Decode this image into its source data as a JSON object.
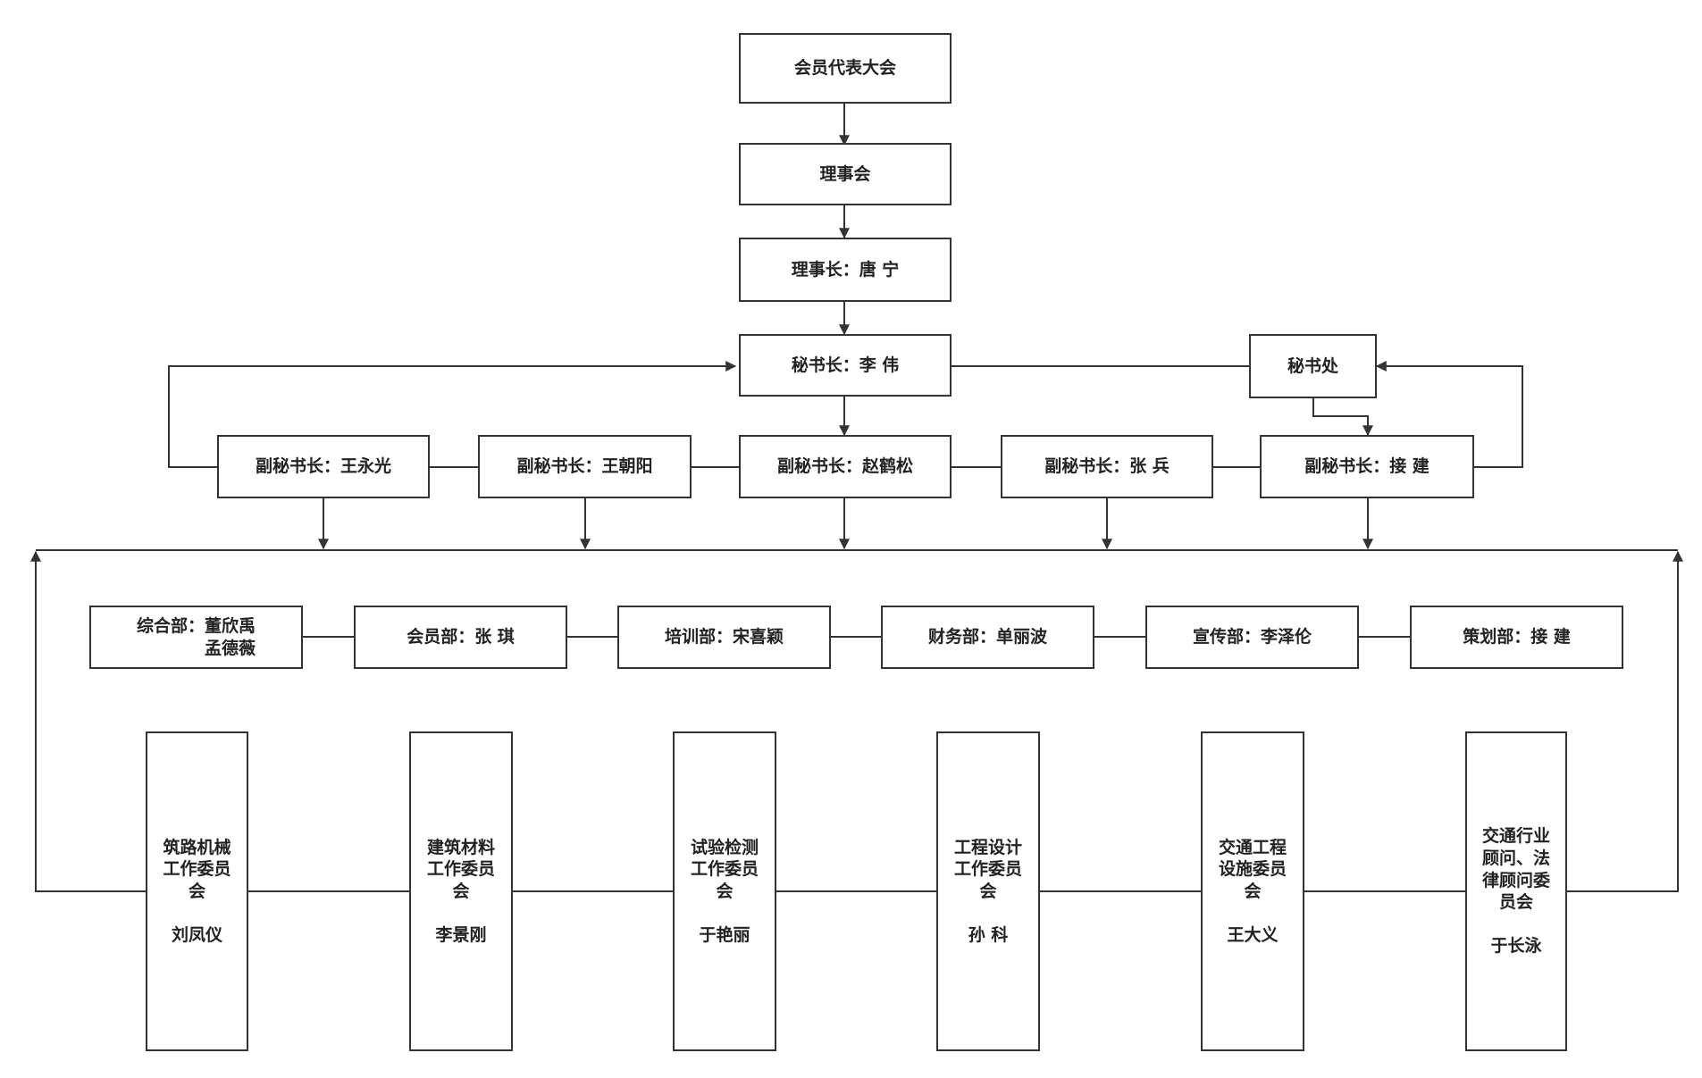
{
  "top": {
    "congress": "会员代表大会",
    "council": "理事会",
    "chairman": "理事长：唐 宁",
    "secretary_general": "秘书长：李 伟",
    "secretariat": "秘书处"
  },
  "deputies": [
    "副秘书长：王永光",
    "副秘书长：王朝阳",
    "副秘书长：赵鹤松",
    "副秘书长：张 兵",
    "副秘书长：接 建"
  ],
  "departments": [
    {
      "line1": "综合部：董欣禹",
      "line2": "孟德薇"
    },
    {
      "line1": "会员部：张 琪",
      "line2": ""
    },
    {
      "line1": "培训部：宋喜颖",
      "line2": ""
    },
    {
      "line1": "财务部：单丽波",
      "line2": ""
    },
    {
      "line1": "宣传部：李泽伦",
      "line2": ""
    },
    {
      "line1": "策划部：接 建",
      "line2": ""
    }
  ],
  "committees": [
    {
      "lines": [
        "筑路机械",
        "工作委员",
        "会"
      ],
      "person": "刘凤仪"
    },
    {
      "lines": [
        "建筑材料",
        "工作委员",
        "会"
      ],
      "person": "李景刚"
    },
    {
      "lines": [
        "试验检测",
        "工作委员",
        "会"
      ],
      "person": "于艳丽"
    },
    {
      "lines": [
        "工程设计",
        "工作委员",
        "会"
      ],
      "person": "孙 科"
    },
    {
      "lines": [
        "交通工程",
        "设施委员",
        "会"
      ],
      "person": "王大义"
    },
    {
      "lines": [
        "交通行业",
        "顾问、法",
        "律顾问委",
        "员会"
      ],
      "person": "于长泳"
    }
  ],
  "colors": {
    "line": "#333333",
    "text": "#222222",
    "background": "#ffffff"
  }
}
